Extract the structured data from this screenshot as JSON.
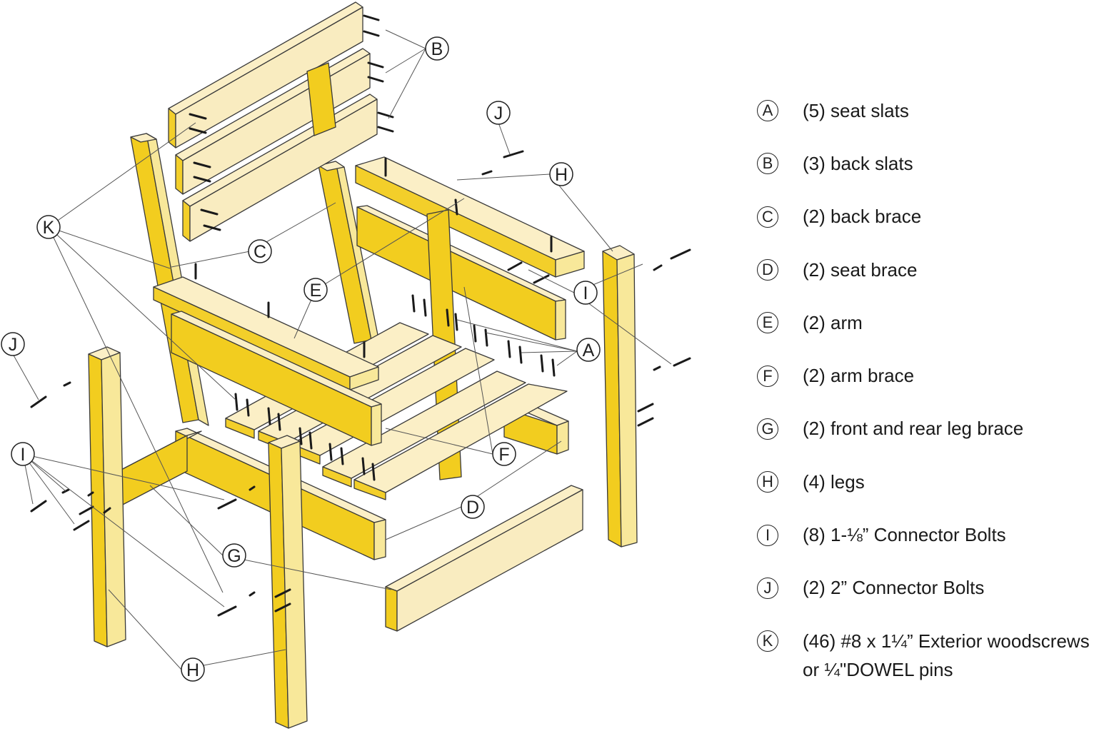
{
  "colors": {
    "leg_face": "#f2cd1f",
    "leg_side": "#f8e89a",
    "slat_top": "#fbefc6",
    "slat_side": "#f3cf2a",
    "board_top": "#f9ecc0",
    "outline": "#3a3a3a",
    "leader": "#555555"
  },
  "callouts": {
    "A": "A",
    "B": "B",
    "C": "C",
    "D": "D",
    "E": "E",
    "F": "F",
    "G": "G",
    "H": "H",
    "I": "I",
    "J": "J",
    "K": "K"
  },
  "legend": [
    {
      "letter": "A",
      "text": "(5) seat slats"
    },
    {
      "letter": "B",
      "text": "(3) back slats"
    },
    {
      "letter": "C",
      "text": "(2) back brace"
    },
    {
      "letter": "D",
      "text": "(2) seat brace"
    },
    {
      "letter": "E",
      "text": "(2) arm"
    },
    {
      "letter": "F",
      "text": "(2) arm brace"
    },
    {
      "letter": "G",
      "text": "(2) front and rear leg brace"
    },
    {
      "letter": "H",
      "text": "(4) legs"
    },
    {
      "letter": "I",
      "text": "(8) 1-⅛” Connector Bolts"
    },
    {
      "letter": "J",
      "text": "(2) 2” Connector Bolts"
    },
    {
      "letter": "K",
      "text": "(46) #8 x 1¼” Exterior woodscrews",
      "continuation": "or ¼\"DOWEL pins"
    }
  ]
}
